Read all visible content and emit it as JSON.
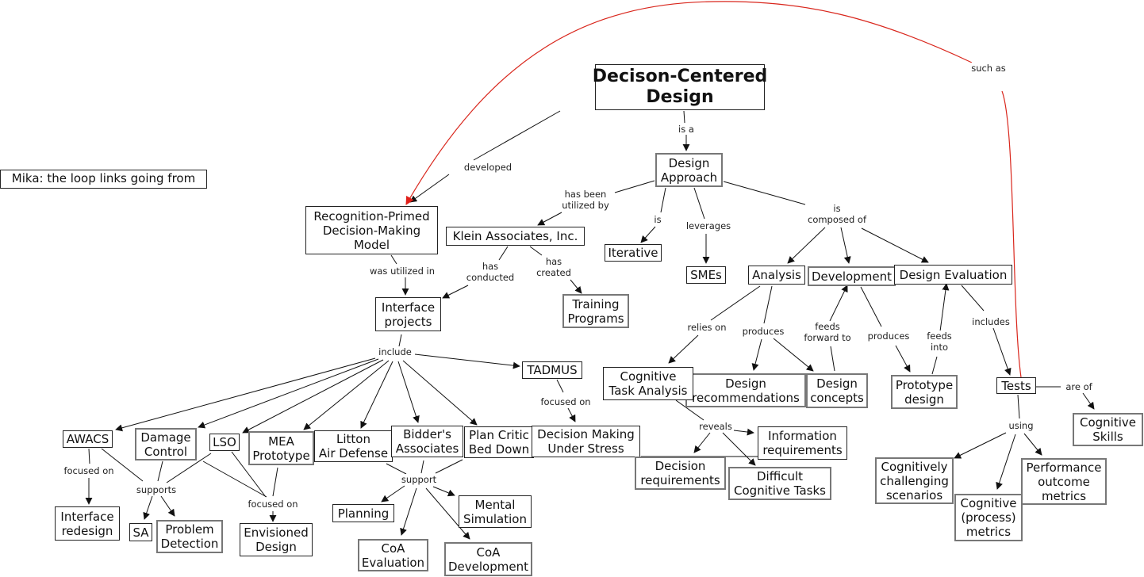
{
  "concept_map": {
    "note": "Mika:  the loop links going from",
    "colors": {
      "normal_link": "#111111",
      "highlight_link": "#d9261c",
      "node_border": "#222222"
    },
    "nodes": {
      "dcd": "Decison-Centered\nDesign",
      "design_approach": "Design\nApproach",
      "rpd": "Recognition-Primed\nDecision-Making\nModel",
      "klein": "Klein Associates, Inc.",
      "iterative": "Iterative",
      "smes": "SMEs",
      "analysis": "Analysis",
      "development": "Development",
      "design_evaluation": "Design Evaluation",
      "interface_projects": "Interface\nprojects",
      "training_programs": "Training\nPrograms",
      "tadmus": "TADMUS",
      "cta": "Cognitive\nTask Analysis",
      "design_recommendations": "Design\nrecommendations",
      "design_concepts": "Design\nconcepts",
      "prototype_design": "Prototype\ndesign",
      "tests": "Tests",
      "cognitive_skills": "Cognitive\nSkills",
      "awacs": "AWACS",
      "damage_control": "Damage\nControl",
      "lso": "LSO",
      "mea_prototype": "MEA\nPrototype",
      "litton": "Litton\nAir Defense",
      "bidders": "Bidder's\nAssociates",
      "plan_critic": "Plan Critic\nBed Down",
      "dmus": "Decision Making\nUnder Stress",
      "information_requirements": "Information\nrequirements",
      "decision_requirements": "Decision\nrequirements",
      "difficult_cognitive_tasks": "Difficult\nCognitive Tasks",
      "cognitively_challenging": "Cognitively\nchallenging\nscenarios",
      "performance_outcome": "Performance\noutcome\nmetrics",
      "cognitive_process_metrics": "Cognitive\n(process)\nmetrics",
      "interface_redesign": "Interface\nredesign",
      "sa": "SA",
      "problem_detection": "Problem\nDetection",
      "envisioned_design": "Envisioned\nDesign",
      "planning": "Planning",
      "mental_simulation": "Mental\nSimulation",
      "coa_evaluation": "CoA\nEvaluation",
      "coa_development": "CoA\nDevelopment"
    },
    "link_labels": {
      "is_a": "is a",
      "developed": "developed",
      "has_been_utilized_by": "has been\nutilized by",
      "is": "is",
      "leverages": "leverages",
      "is_composed_of": "is\ncomposed of",
      "was_utilized_in": "was utilized in",
      "has_conducted": "has\nconducted",
      "has_created": "has\ncreated",
      "include": "include",
      "focused_on_tadmus": "focused on",
      "relies_on": "relies on",
      "produces_analysis": "produces",
      "feeds_forward_to": "feeds\nforward to",
      "produces_dev": "produces",
      "feeds_into": "feeds\ninto",
      "includes": "includes",
      "such_as": "such as",
      "are_of": "are of",
      "using": "using",
      "reveals": "reveals",
      "focused_on_awacs": "focused on",
      "supports": "supports",
      "focused_on_envisioned": "focused on",
      "support": "support"
    }
  }
}
